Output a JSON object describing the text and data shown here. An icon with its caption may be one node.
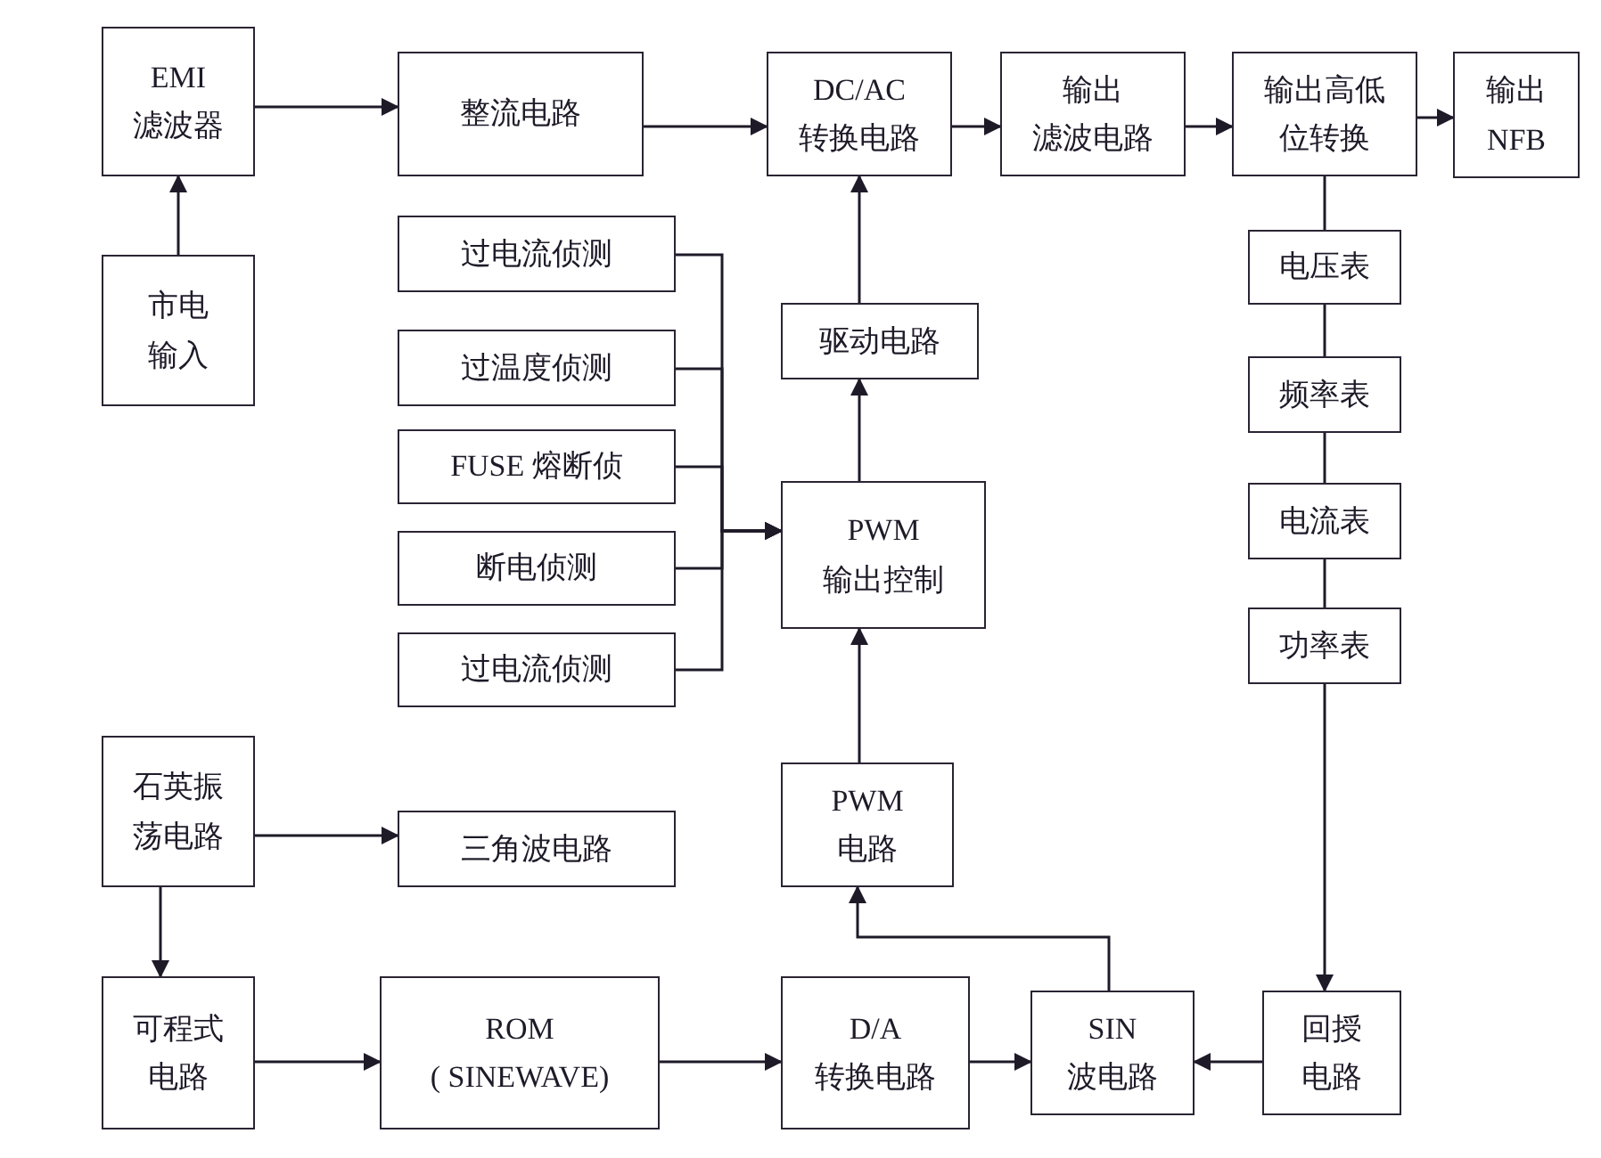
{
  "diagram": {
    "nodes": [
      {
        "text": [
          "EMI 滤波器"
        ]
      },
      {
        "text": [
          "整流电路"
        ]
      },
      {
        "text": [
          "DC/AC 转换电路"
        ]
      },
      {
        "text": [
          "输出滤波电路"
        ]
      },
      {
        "text": [
          "输出高低位转换"
        ]
      },
      {
        "text": [
          "输出 NFB"
        ]
      },
      {
        "text": [
          "市电输入"
        ]
      },
      {
        "text": [
          "过电流侦测"
        ]
      },
      {
        "text": [
          "过温度侦测"
        ]
      },
      {
        "text": [
          "FUSE 熔断侦"
        ]
      },
      {
        "text": [
          "断电侦测"
        ]
      },
      {
        "text": [
          "过电流侦测"
        ]
      },
      {
        "text": [
          "驱动电路"
        ]
      },
      {
        "text": [
          "PWM 输出控制"
        ]
      },
      {
        "text": [
          "电压表"
        ]
      },
      {
        "text": [
          "频率表"
        ]
      },
      {
        "text": [
          "电流表"
        ]
      },
      {
        "text": [
          "功率表"
        ]
      },
      {
        "text": [
          "石英振荡电路"
        ]
      },
      {
        "text": [
          "三角波电路"
        ]
      },
      {
        "text": [
          "PWM 电路"
        ]
      },
      {
        "text": [
          "可程式电路"
        ]
      },
      {
        "text": [
          "ROM ( SINEWAVE)"
        ]
      },
      {
        "text": [
          "D/A 转换电路"
        ]
      },
      {
        "text": [
          "SIN 波电路"
        ]
      },
      {
        "text": [
          "回授电路"
        ]
      }
    ],
    "edges": [
      {
        "from": 6,
        "to": 0,
        "arrow": "to"
      },
      {
        "from": 0,
        "to": 1,
        "arrow": "to"
      },
      {
        "from": 1,
        "to": 2,
        "arrow": "to"
      },
      {
        "from": 2,
        "to": 3,
        "arrow": "to"
      },
      {
        "from": 3,
        "to": 4,
        "arrow": "to"
      },
      {
        "from": 4,
        "to": 5,
        "arrow": "to"
      },
      {
        "from": 4,
        "to": 14,
        "arrow": "none"
      },
      {
        "from": 14,
        "to": 15,
        "arrow": "none"
      },
      {
        "from": 15,
        "to": 16,
        "arrow": "none"
      },
      {
        "from": 16,
        "to": 17,
        "arrow": "none"
      },
      {
        "from": 17,
        "to": 25,
        "arrow": "to"
      },
      {
        "from": 7,
        "to": 13,
        "arrow": "to"
      },
      {
        "from": 8,
        "to": 13,
        "arrow": "to"
      },
      {
        "from": 9,
        "to": 13,
        "arrow": "to"
      },
      {
        "from": 10,
        "to": 13,
        "arrow": "to"
      },
      {
        "from": 11,
        "to": 13,
        "arrow": "to"
      },
      {
        "from": 12,
        "to": 2,
        "arrow": "to"
      },
      {
        "from": 13,
        "to": 12,
        "arrow": "to"
      },
      {
        "from": 20,
        "to": 13,
        "arrow": "to"
      },
      {
        "from": 24,
        "to": 20,
        "arrow": "to"
      },
      {
        "from": 25,
        "to": 24,
        "arrow": "to"
      },
      {
        "from": 23,
        "to": 24,
        "arrow": "to"
      },
      {
        "from": 22,
        "to": 23,
        "arrow": "to"
      },
      {
        "from": 21,
        "to": 22,
        "arrow": "to"
      },
      {
        "from": 18,
        "to": 21,
        "arrow": "to"
      },
      {
        "from": 18,
        "to": 19,
        "arrow": "to"
      }
    ]
  }
}
